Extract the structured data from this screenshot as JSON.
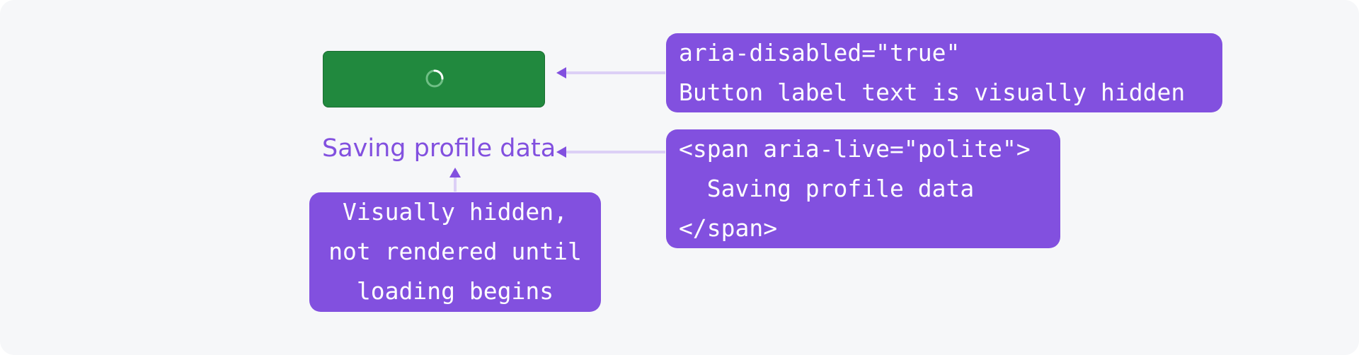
{
  "button": {
    "state": "loading",
    "fill_color": "#21893e"
  },
  "status": {
    "text": "Saving profile data",
    "color": "#8250df"
  },
  "callouts": {
    "button_note": {
      "lines": [
        "aria-disabled=\"true\"",
        "Button label text is visually hidden"
      ]
    },
    "live_region_code": {
      "lines": [
        "<span aria-live=\"polite\">",
        "  Saving profile data",
        "</span>"
      ]
    },
    "hidden_note": {
      "lines": [
        "Visually hidden,",
        "not rendered until",
        "loading begins"
      ]
    }
  },
  "colors": {
    "background": "#f6f7f9",
    "callout_fill": "#8250df",
    "connector": "#dcd0f6"
  }
}
